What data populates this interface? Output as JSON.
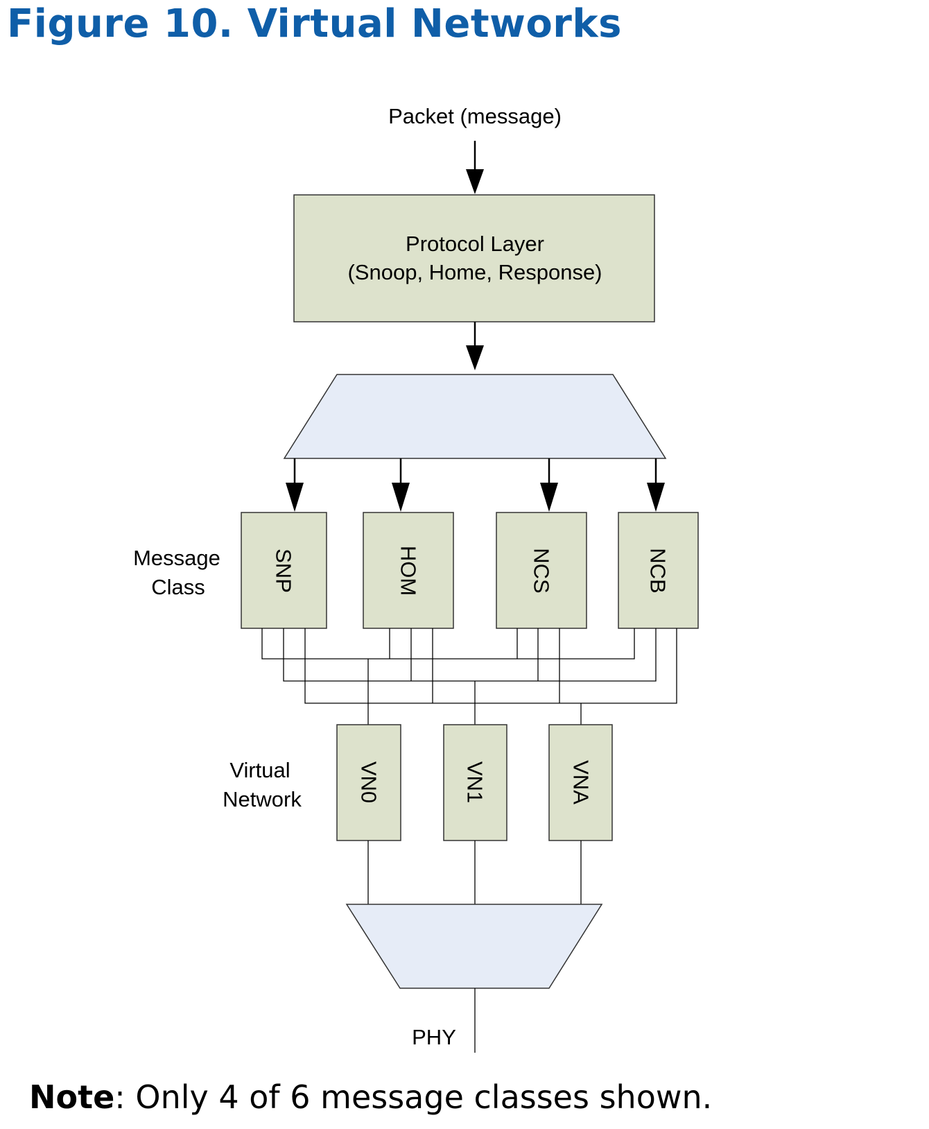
{
  "title": "Figure 10. Virtual Networks",
  "input_label": "Packet (message)",
  "protocol_layer": {
    "line1": "Protocol Layer",
    "line2": "(Snoop, Home, Response)"
  },
  "message_class": {
    "label_line1": "Message",
    "label_line2": "Class",
    "classes": [
      "SNP",
      "HOM",
      "NCS",
      "NCB"
    ]
  },
  "virtual_network": {
    "label_line1": "Virtual",
    "label_line2": "Network",
    "networks": [
      "VN0",
      "VN1",
      "VNA"
    ]
  },
  "output_label": "PHY",
  "note": {
    "bold": "Note",
    "text": ": Only 4 of 6 message classes shown."
  },
  "colors": {
    "title": "#0f5ea8",
    "box_fill": "#dde2cc",
    "mux_fill": "#e6ecf7",
    "line": "#000000"
  }
}
